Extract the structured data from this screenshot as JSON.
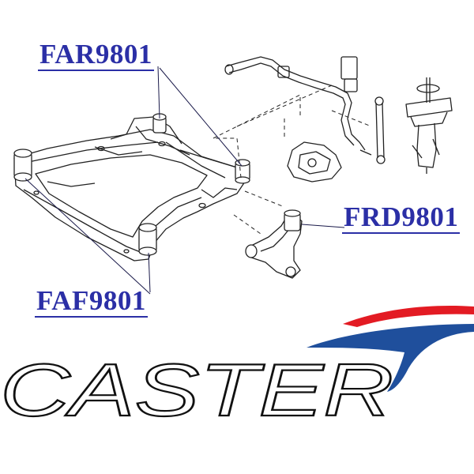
{
  "labels": {
    "far": "FAR9801",
    "frd": "FRD9801",
    "faf": "FAF9801"
  },
  "brand": {
    "name": "CASTER"
  },
  "colors": {
    "label_text": "#2b2fa6",
    "line_art": "#222222",
    "leader_line": "#1a1a4a",
    "swoosh_red": "#e31b23",
    "swoosh_blue": "#1f4f9c",
    "brand_outline": "#111111"
  }
}
